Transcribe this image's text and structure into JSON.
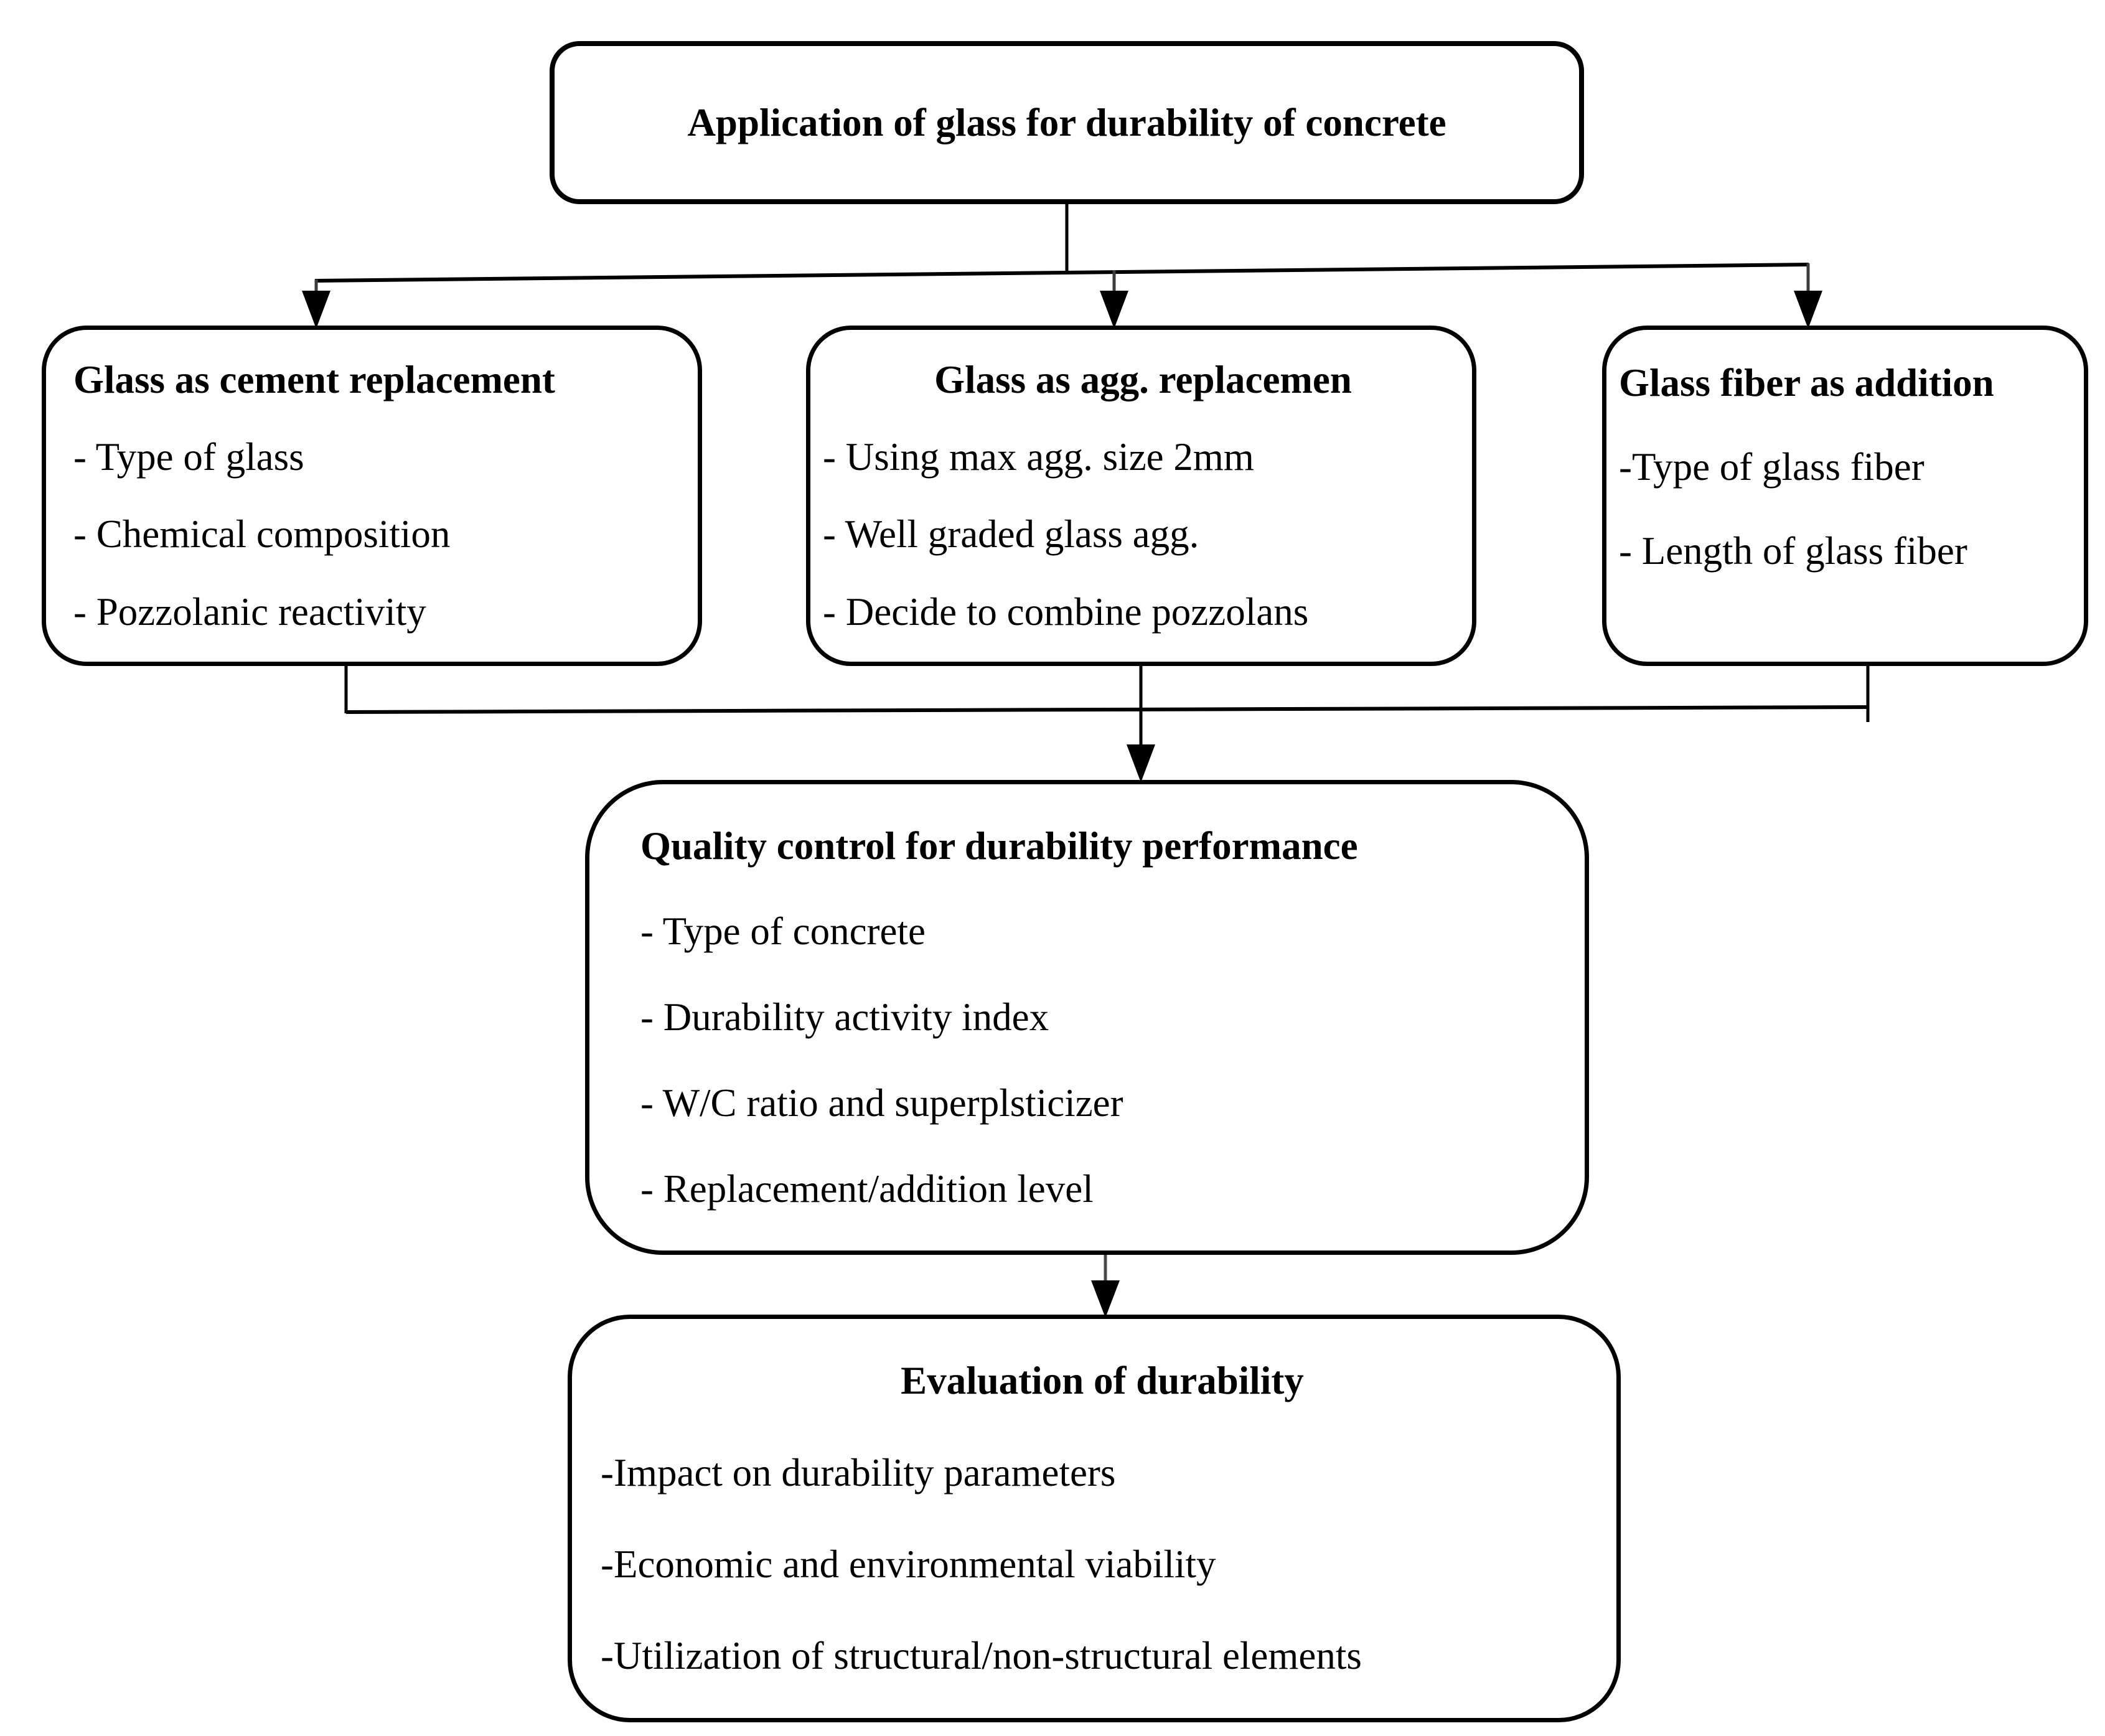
{
  "title_box": {
    "label": "Application of glass for durability of concrete"
  },
  "boxes": {
    "cement": {
      "heading": "Glass as cement replacement",
      "items": [
        "- Type of glass",
        "- Chemical composition",
        "- Pozzolanic reactivity"
      ]
    },
    "aggregate": {
      "heading": "Glass as agg. replacemen",
      "items": [
        "- Using max agg. size 2mm",
        "- Well graded glass agg.",
        "- Decide to combine pozzolans"
      ]
    },
    "fiber": {
      "heading": "Glass fiber as addition",
      "items": [
        "-Type of glass fiber",
        "- Length of glass fiber"
      ]
    },
    "quality": {
      "heading": "Quality control for durability performance",
      "items": [
        "- Type of concrete",
        "- Durability activity index",
        "- W/C ratio and superplsticizer",
        "- Replacement/addition level"
      ]
    },
    "evaluation": {
      "heading": "Evaluation of durability",
      "items": [
        "-Impact on durability parameters",
        "-Economic and environmental viability",
        "-Utilization of structural/non-structural elements"
      ]
    }
  },
  "colors": {
    "line": "#000000",
    "stem_gray": "#4a4a4a",
    "background": "#ffffff"
  }
}
